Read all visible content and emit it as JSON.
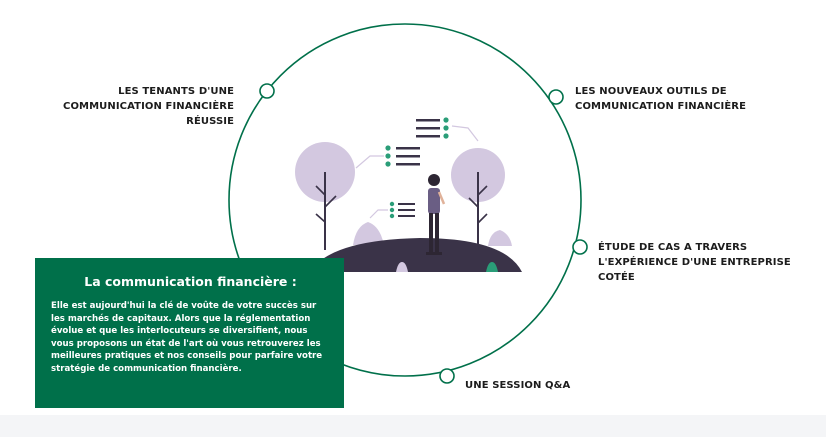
{
  "diagram": {
    "colors": {
      "circle": "#00704a",
      "accent_green": "#2a9d78",
      "tree_foliage": "#d3c8e0",
      "hill": "#3a3348",
      "box_bg": "#00704a"
    },
    "nodes": [
      {
        "id": "tenants",
        "lines": [
          "LES TENANTS D'UNE",
          "COMMUNICATION FINANCIÈRE",
          "RÉUSSIE"
        ]
      },
      {
        "id": "outils",
        "lines": [
          "LES NOUVEAUX OUTILS DE",
          "COMMUNICATION FINANCIÈRE"
        ]
      },
      {
        "id": "etude",
        "lines": [
          "ÉTUDE DE CAS A TRAVERS",
          "L'EXPÉRIENCE D'UNE ENTREPRISE",
          "COTÉE"
        ]
      },
      {
        "id": "qa",
        "lines": [
          "UNE SESSION Q&A"
        ]
      }
    ],
    "info_box": {
      "title": "La communication financière :",
      "body_lines": [
        "Elle est aujourd'hui la clé de voûte de votre succès sur",
        "les marchés de capitaux. Alors que la réglementation",
        "évolue et que les interlocuteurs se diversifient, nous",
        "vous proposons un état de l'art où vous retrouverez les",
        "meilleures pratiques et nos conseils pour parfaire votre",
        "stratégie de communication financière."
      ]
    },
    "illustration_icons": [
      "tree-icon",
      "person-icon",
      "list-icon",
      "hill-icon"
    ]
  }
}
